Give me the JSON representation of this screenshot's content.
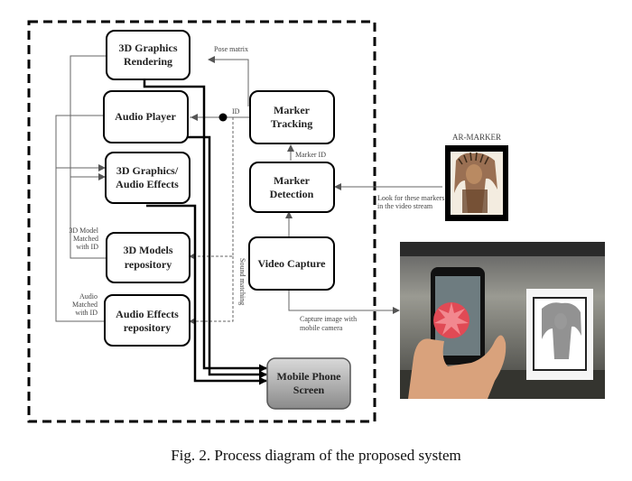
{
  "boxes": {
    "graphics_rendering": [
      "3D Graphics",
      "Rendering"
    ],
    "audio_player": [
      "Audio Player"
    ],
    "graphics_audio_effects": [
      "3D Graphics/",
      "Audio Effects"
    ],
    "models_repository": [
      "3D Models",
      "repository"
    ],
    "audio_effects_repository": [
      "Audio Effects",
      "repository"
    ],
    "marker_tracking": [
      "Marker",
      "Tracking"
    ],
    "marker_detection": [
      "Marker",
      "Detection"
    ],
    "video_capture": [
      "Video Capture"
    ],
    "mobile_phone_screen": [
      "Mobile Phone",
      "Screen"
    ]
  },
  "edge_labels": {
    "pose_matrix": "Pose matrix",
    "id": "ID",
    "marker_id": "Marker ID",
    "model_matched": [
      "3D Model",
      "Matched",
      "with ID"
    ],
    "audio_matched": [
      "Audio",
      "Matched",
      "with ID"
    ],
    "sound_id": "Sound matching",
    "look_for": [
      "Look for these markers",
      "in the video stream"
    ],
    "capture_image": [
      "Capture image with",
      "mobile camera"
    ]
  },
  "ar_marker": {
    "title": "AR-MARKER"
  },
  "caption": "Fig. 2. Process diagram of the proposed system"
}
